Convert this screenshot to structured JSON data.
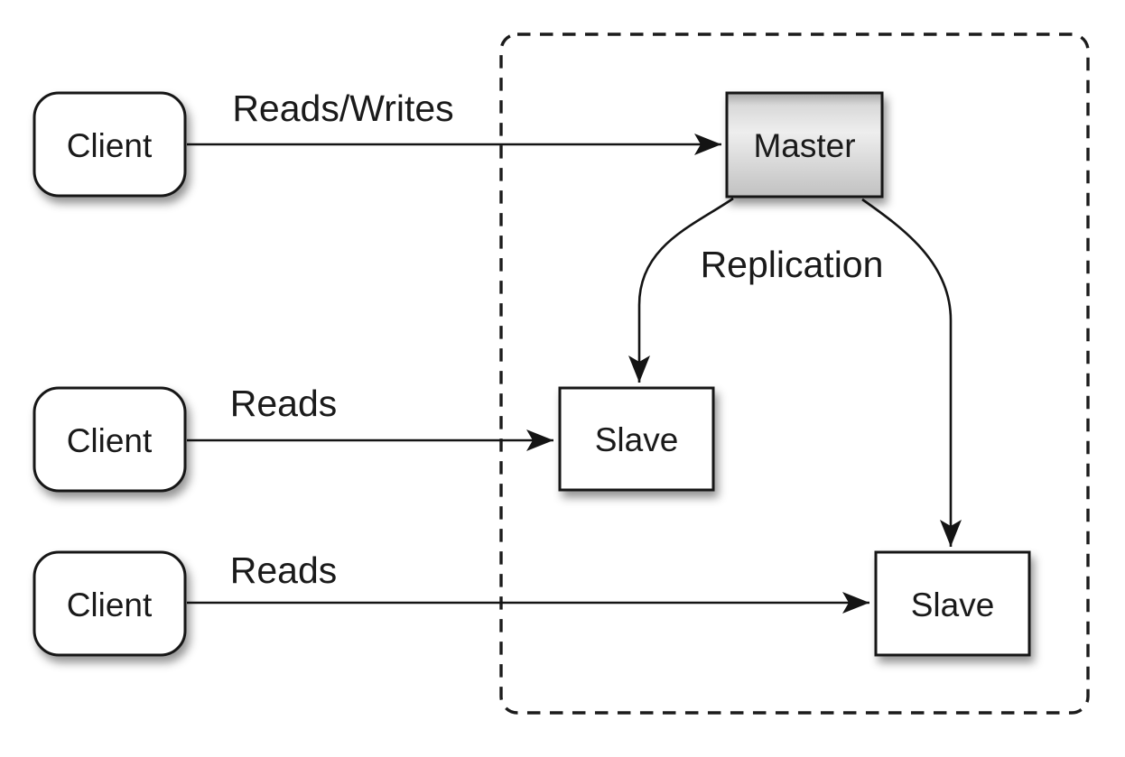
{
  "colors": {
    "background": "#ffffff",
    "line": "#141414",
    "text": "#1a1a1a",
    "node_fill": "#ffffff",
    "master_gradient_top": "#a6a6a6",
    "master_gradient_light": "#eeeeee",
    "master_gradient_bottom": "#c1c1c1"
  },
  "nodes": {
    "client_top": {
      "label": "Client"
    },
    "client_middle": {
      "label": "Client"
    },
    "client_bottom": {
      "label": "Client"
    },
    "master": {
      "label": "Master"
    },
    "slave_middle": {
      "label": "Slave"
    },
    "slave_bottom": {
      "label": "Slave"
    }
  },
  "edges": {
    "client_top_to_master": {
      "label": "Reads/Writes"
    },
    "client_middle_to_slave": {
      "label": "Reads"
    },
    "client_bottom_to_slave": {
      "label": "Reads"
    },
    "master_to_slaves": {
      "label": "Replication"
    }
  }
}
